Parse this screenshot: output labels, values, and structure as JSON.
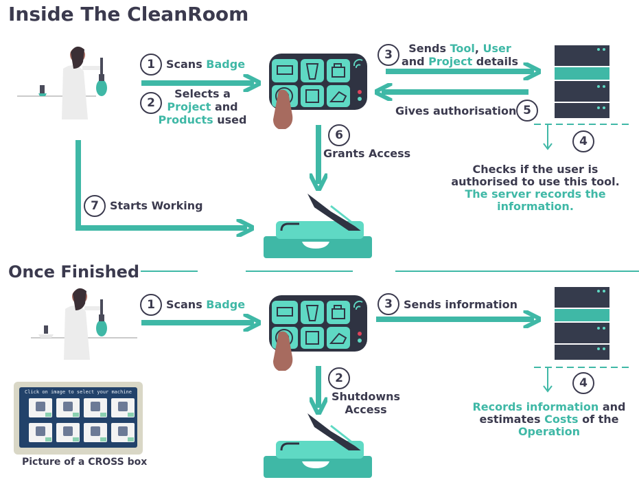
{
  "title": "Inside The CleanRoom",
  "section2_title": "Once Finished",
  "inside": {
    "step1": {
      "num": "1",
      "text": "Scans ",
      "hl": "Badge"
    },
    "step2": {
      "num": "2",
      "line1": "Selects a",
      "hl1": "Project",
      "mid": " and",
      "hl2": "Products",
      "end": " used"
    },
    "step3": {
      "num": "3",
      "pre": "Sends ",
      "hl1": "Tool",
      "sep": ", ",
      "hl2": "User",
      "line2_pre": "and ",
      "hl3": "Project",
      "line2_end": " details"
    },
    "step4": {
      "num": "4",
      "line1": "Checks if the user is",
      "line2": "authorised to use this tool.",
      "line3": "The server records the",
      "line4": "information."
    },
    "step5": {
      "num": "5",
      "text": "Gives authorisation"
    },
    "step6": {
      "num": "6",
      "text": "Grants Access"
    },
    "step7": {
      "num": "7",
      "text": "Starts Working"
    }
  },
  "finished": {
    "step1": {
      "num": "1",
      "text": "Scans ",
      "hl": "Badge"
    },
    "step2": {
      "num": "2",
      "line1": "Shutdowns",
      "line2": "Access"
    },
    "step3": {
      "num": "3",
      "text": "Sends information"
    },
    "step4": {
      "num": "4",
      "hl1": "Records information",
      "t1": " and",
      "t2": "estimates ",
      "hl2": "Costs",
      "t3": " of the",
      "hl3": "Operation"
    }
  },
  "panel": {
    "screen_title": "Click on image to select your machine",
    "caption": "Picture of a CROSS box"
  },
  "colors": {
    "teal": "#3fb8a6",
    "dark": "#3b3a4e",
    "device": "#2f3342",
    "server": "#353b4c"
  }
}
